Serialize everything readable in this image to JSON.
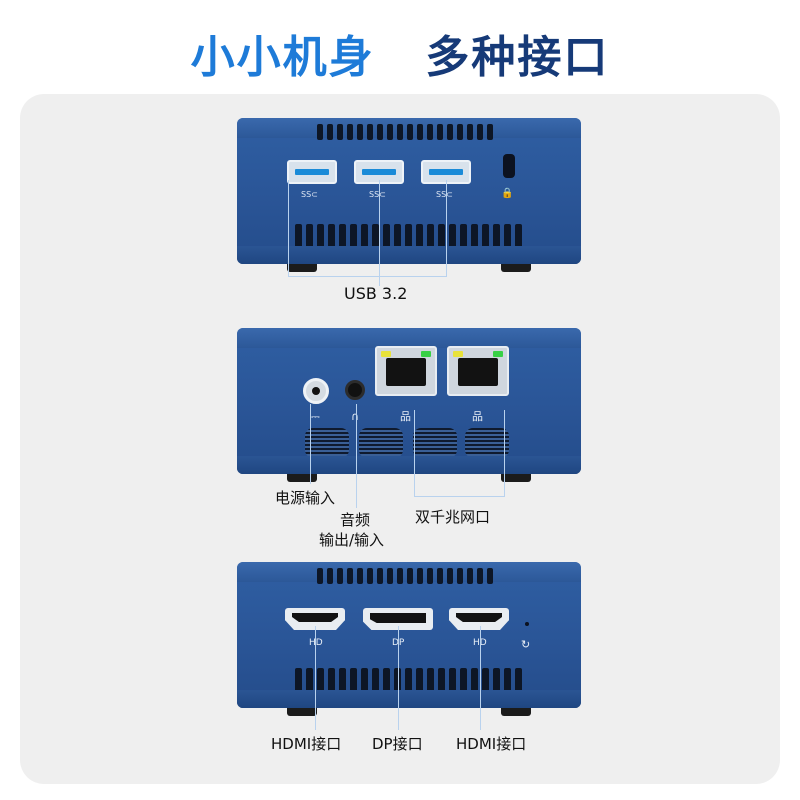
{
  "title": {
    "part1": "小小机身",
    "part2": "多种接口"
  },
  "views": {
    "front": {
      "port_icons": [
        "usb-3-port",
        "usb-3-port",
        "usb-3-port",
        "kensington-lock-slot"
      ],
      "usb_marks": [
        "SS⊂",
        "SS⊂",
        "SS⊂"
      ],
      "lock_icon": "🔒",
      "label": "USB 3.2"
    },
    "back": {
      "icons": {
        "power": "⎓",
        "audio": "∩",
        "lan1": "品",
        "lan2": "品"
      },
      "labels": {
        "power": "电源输入",
        "audio_line1": "音频",
        "audio_line2": "输出/输入",
        "lan": "双千兆网口"
      },
      "led_colors": {
        "yellow": "#e8e23a",
        "green": "#38d045"
      }
    },
    "side": {
      "marks": {
        "hdmi1": "HD",
        "dp": "DP",
        "hdmi2": "HD",
        "power_btn": "↻"
      },
      "labels": {
        "hdmi1": "HDMI接口",
        "dp": "DP接口",
        "hdmi2": "HDMI接口"
      }
    }
  },
  "colors": {
    "title_light": "#1e7bd8",
    "title_dark": "#163a78",
    "body_blue": "#2a5597",
    "callout_line": "#b9d2ee"
  }
}
